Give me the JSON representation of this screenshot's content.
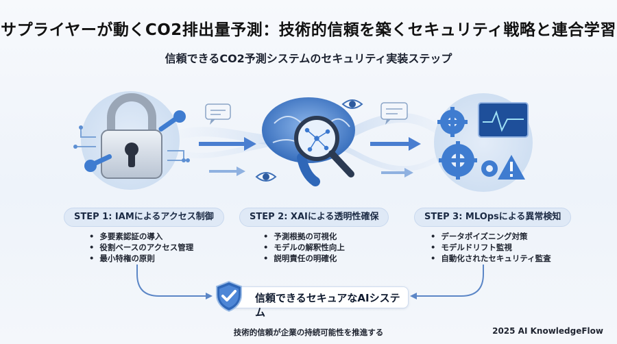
{
  "header": {
    "title": "サプライヤーが動くCO2排出量予測：技術的信頼を築くセキュリティ戦略と連合学習",
    "subtitle": "信頼できるCO2予測システムのセキュリティ実装ステップ"
  },
  "steps": [
    {
      "label": "STEP 1: IAMによるアクセス制御",
      "items": [
        "多要素認証の導入",
        "役割ベースのアクセス管理",
        "最小特権の原則"
      ]
    },
    {
      "label": "STEP 2: XAIによる透明性確保",
      "items": [
        "予測根拠の可視化",
        "モデルの解釈性向上",
        "説明責任の明確化"
      ]
    },
    {
      "label": "STEP 3: MLOpsによる異常検知",
      "items": [
        "データポイズニング対策",
        "モデルドリフト監視",
        "自動化されたセキュリティ監査"
      ]
    }
  ],
  "result": {
    "label": "信頼できるセキュアなAIシステム"
  },
  "footer": {
    "tagline": "技術的信頼が企業の持続可能性を推進する",
    "credit": "2025 AI KnowledgeFlow"
  }
}
